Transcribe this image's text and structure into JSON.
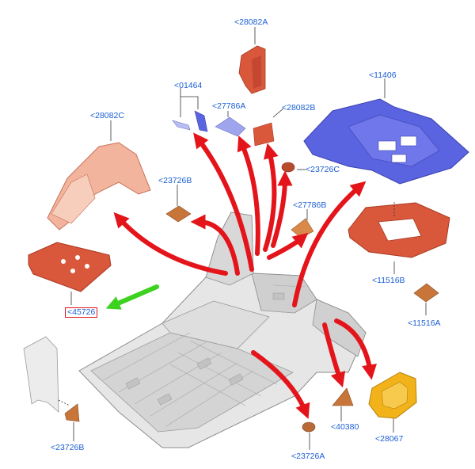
{
  "diagram": {
    "callouts": [
      {
        "id": "c-28082a",
        "text": "<28082A"
      },
      {
        "id": "c-01464",
        "text": "<01464"
      },
      {
        "id": "c-27786a",
        "text": "<27786A"
      },
      {
        "id": "c-28082b",
        "text": "<28082B"
      },
      {
        "id": "c-11406",
        "text": "<11406"
      },
      {
        "id": "c-28082c",
        "text": "<28082C"
      },
      {
        "id": "c-23726c",
        "text": "<23726C"
      },
      {
        "id": "c-23726b-top",
        "text": "<23726B"
      },
      {
        "id": "c-27786b",
        "text": "<27786B"
      },
      {
        "id": "c-11516b",
        "text": "<11516B"
      },
      {
        "id": "c-11516a",
        "text": "<11516A"
      },
      {
        "id": "c-45726",
        "text": "<45726"
      },
      {
        "id": "c-23726b-bottom",
        "text": "<23726B"
      },
      {
        "id": "c-40380",
        "text": "<40380"
      },
      {
        "id": "c-28067",
        "text": "<28067"
      },
      {
        "id": "c-23726a",
        "text": "<23726A"
      }
    ],
    "colors": {
      "label": "#1b5fd6",
      "highlight_box": "#e0141a",
      "arrow_red": "#e4141b",
      "arrow_green": "#3cd21e",
      "part_orange": "#d9573b",
      "part_blue": "#5a63e0",
      "part_yellow": "#f2b31a",
      "body_gray": "#dcdcdc"
    }
  }
}
